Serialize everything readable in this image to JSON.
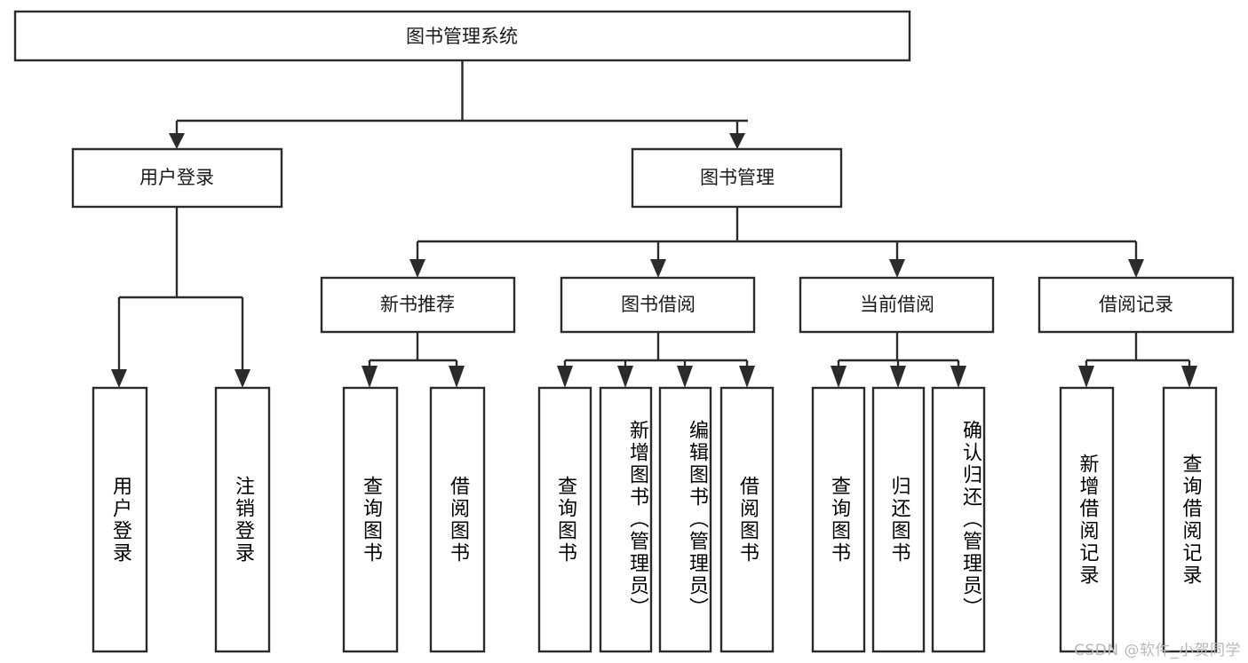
{
  "diagram": {
    "type": "tree-hierarchy-chart",
    "title": "图书管理系统",
    "root": {
      "id": "root",
      "label": "图书管理系统",
      "orientation": "horizontal"
    },
    "level2": [
      {
        "id": "user-login",
        "label": "用户登录",
        "orientation": "horizontal"
      },
      {
        "id": "book-manage",
        "label": "图书管理",
        "orientation": "horizontal"
      }
    ],
    "level3": [
      {
        "id": "new-book-recommend",
        "label": "新书推荐",
        "orientation": "horizontal"
      },
      {
        "id": "book-borrow",
        "label": "图书借阅",
        "orientation": "horizontal"
      },
      {
        "id": "current-borrow",
        "label": "当前借阅",
        "orientation": "horizontal"
      },
      {
        "id": "borrow-record",
        "label": "借阅记录",
        "orientation": "horizontal"
      }
    ],
    "leaves": {
      "user_login": [
        {
          "id": "leaf-user-login",
          "label": "用户登录",
          "orientation": "vertical"
        },
        {
          "id": "leaf-logout-login",
          "label": "注销登录",
          "orientation": "vertical"
        }
      ],
      "new_book_recommend": [
        {
          "id": "leaf-query-book-1",
          "label": "查询图书",
          "orientation": "vertical"
        },
        {
          "id": "leaf-borrow-book-1",
          "label": "借阅图书",
          "orientation": "vertical"
        }
      ],
      "book_borrow": [
        {
          "id": "leaf-query-book-2",
          "label": "查询图书",
          "orientation": "vertical"
        },
        {
          "id": "leaf-add-book",
          "label": "新增图书（管理员）",
          "orientation": "vertical"
        },
        {
          "id": "leaf-edit-book",
          "label": "编辑图书（管理员）",
          "orientation": "vertical"
        },
        {
          "id": "leaf-borrow-book-2",
          "label": "借阅图书",
          "orientation": "vertical"
        }
      ],
      "current_borrow": [
        {
          "id": "leaf-query-book-3",
          "label": "查询图书",
          "orientation": "vertical"
        },
        {
          "id": "leaf-return-book",
          "label": "归还图书",
          "orientation": "vertical"
        },
        {
          "id": "leaf-confirm-return",
          "label": "确认归还（管理员）",
          "orientation": "vertical"
        }
      ],
      "borrow_record": [
        {
          "id": "leaf-add-record",
          "label": "新增借阅记录",
          "orientation": "vertical"
        },
        {
          "id": "leaf-query-record",
          "label": "查询借阅记录",
          "orientation": "vertical"
        }
      ]
    }
  },
  "watermark": {
    "text": "CSDN @软件_小贺同学"
  },
  "colors": {
    "stroke": "#2b2b2b",
    "fill": "#ffffff",
    "text": "#1a1a1a",
    "watermark": "#b9b9b9"
  }
}
